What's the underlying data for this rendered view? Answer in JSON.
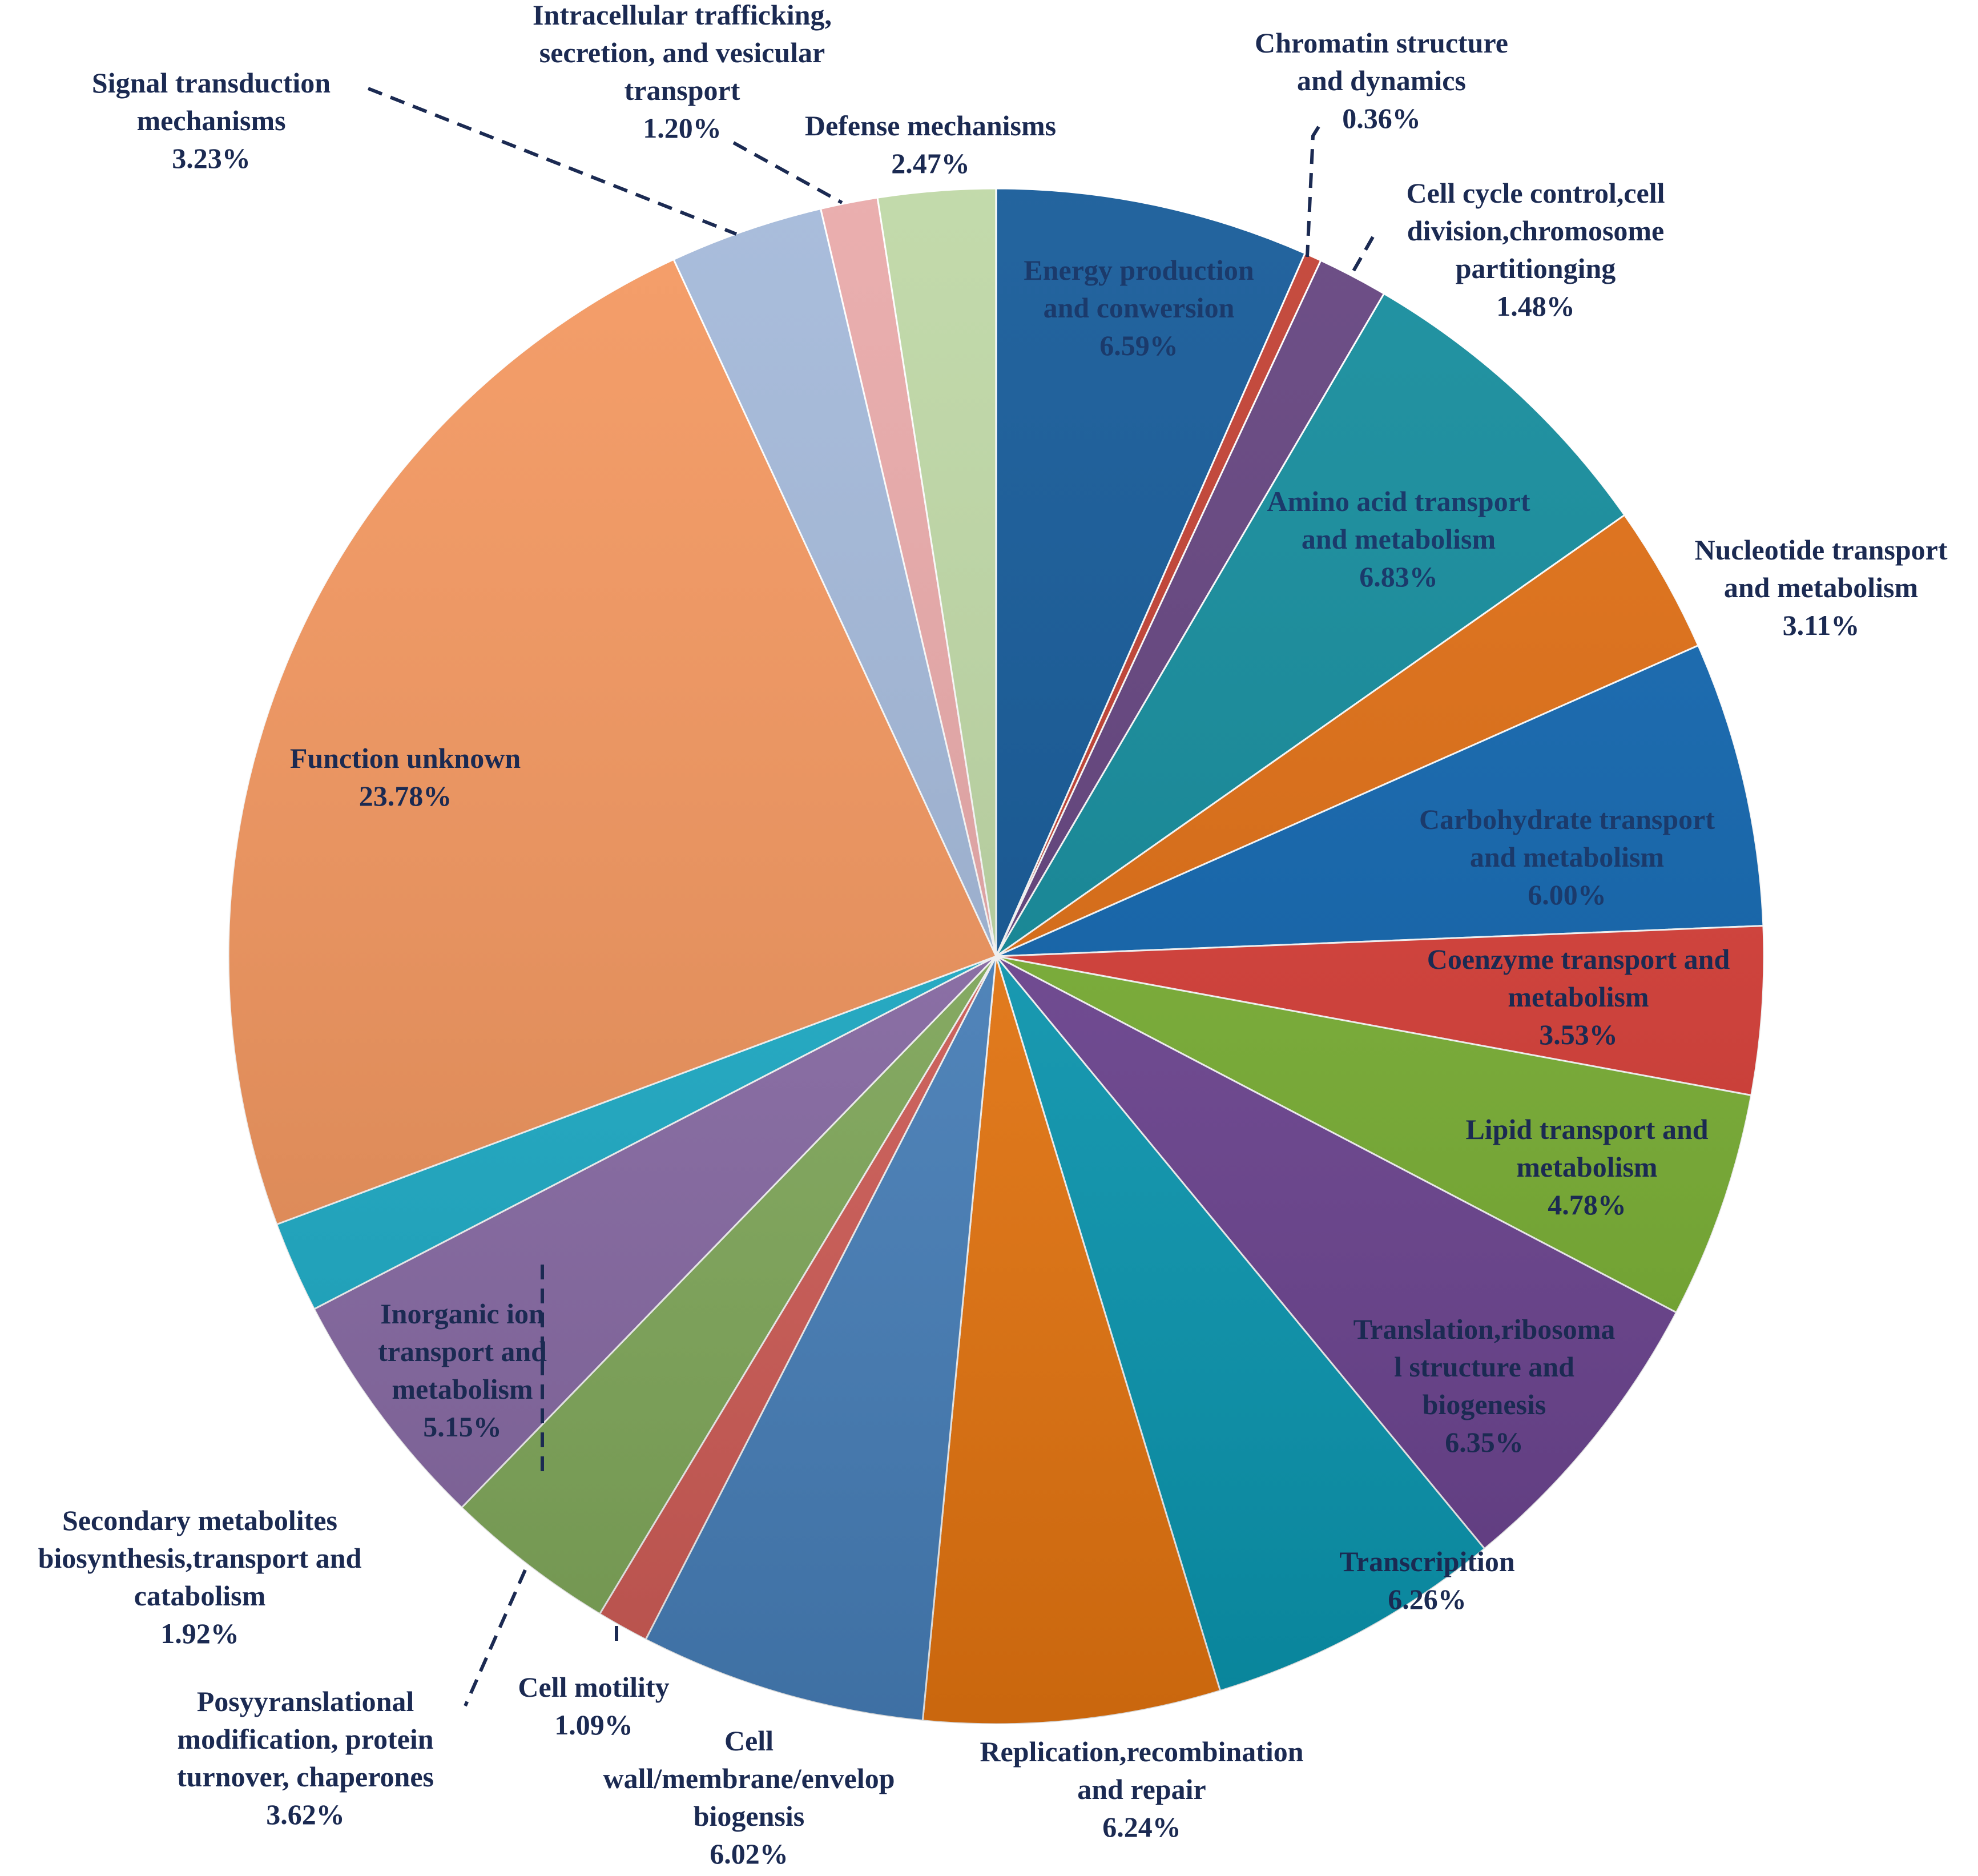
{
  "chart_data": {
    "type": "pie",
    "title": "",
    "slices": [
      {
        "label": "Energy production and conwersion",
        "percent_label": "6.59%",
        "value": 6.59,
        "color": "#0B5394",
        "label_color": "#1B3A6B"
      },
      {
        "label": "Chromatin structure and dynamics",
        "percent_label": "0.36%",
        "value": 0.36,
        "color": "#C0392B",
        "label_color": "#1B2A52"
      },
      {
        "label": "Cell cycle control,cell division,chromosome partitionging",
        "percent_label": "1.48%",
        "value": 1.48,
        "color": "#5E3C7A",
        "label_color": "#1B2A52"
      },
      {
        "label": "Amino acid transport and metabolism",
        "percent_label": "6.83%",
        "value": 6.83,
        "color": "#0B8899",
        "label_color": "#1B3A6B"
      },
      {
        "label": "Nucleotide transport and metabolism",
        "percent_label": "3.11%",
        "value": 3.11,
        "color": "#E06A0C",
        "label_color": "#1B2A52"
      },
      {
        "label": "Carbohydrate transport and metabolism",
        "percent_label": "6.00%",
        "value": 6.0,
        "color": "#0A62AE",
        "label_color": "#1B3A6B"
      },
      {
        "label": "Coenzyme transport and metabolism",
        "percent_label": "3.53%",
        "value": 3.53,
        "color": "#D93A33",
        "label_color": "#1B2A52"
      },
      {
        "label": "Lipid transport and metabolism",
        "percent_label": "4.78%",
        "value": 4.78,
        "color": "#7AB231",
        "label_color": "#1B2A52"
      },
      {
        "label": "Translation,ribosomal structure and biogenesis",
        "percent_label": "6.35%",
        "value": 6.35,
        "color": "#6E4494",
        "label_color": "#1B2A52"
      },
      {
        "label": "Transcripition",
        "percent_label": "6.26%",
        "value": 6.26,
        "color": "#0A9DB8",
        "label_color": "#1B2A52"
      },
      {
        "label": "Replication,recombination and repair",
        "percent_label": "6.24%",
        "value": 6.24,
        "color": "#F07A10",
        "label_color": "#1B2A52"
      },
      {
        "label": "Cell wall/membrane/envelop biogensis",
        "percent_label": "6.02%",
        "value": 6.02,
        "color": "#4A85C2",
        "label_color": "#1B2A52"
      },
      {
        "label": "Cell motility",
        "percent_label": "1.09%",
        "value": 1.09,
        "color": "#D9605A",
        "label_color": "#1B2A52"
      },
      {
        "label": "Posyyranslational modification, protein turnover, chaperones",
        "percent_label": "3.62%",
        "value": 3.62,
        "color": "#86B05E",
        "label_color": "#1B2A52"
      },
      {
        "label": "Inorganic ion transport and metabolism",
        "percent_label": "5.15%",
        "value": 5.15,
        "color": "#8C6DAA",
        "label_color": "#1B2A52"
      },
      {
        "label": "Secondary metabolites biosynthesis,transport and catabolism",
        "percent_label": "1.92%",
        "value": 1.92,
        "color": "#1BB0CC",
        "label_color": "#1B2A52"
      },
      {
        "label": "Function unknown",
        "percent_label": "23.78%",
        "value": 23.78,
        "color": "#F4945A",
        "label_color": "#1B2A52"
      },
      {
        "label": "Signal transduction mechanisms",
        "percent_label": "3.23%",
        "value": 3.23,
        "color": "#A0B6D8",
        "label_color": "#1B2A52"
      },
      {
        "label": "Intracellular trafficking, secretion, and vesicular transport",
        "percent_label": "1.20%",
        "value": 1.2,
        "color": "#E8A6A6",
        "label_color": "#1B2A52"
      },
      {
        "label": "Defense mechanisms",
        "percent_label": "2.47%",
        "value": 2.47,
        "color": "#BCD6A2",
        "label_color": "#1B2A52"
      }
    ],
    "labels": [
      {
        "lines": [
          "Energy production",
          "and conwersion",
          "6.59%"
        ]
      },
      {
        "lines": [
          "Chromatin structure",
          "and dynamics",
          "0.36%"
        ]
      },
      {
        "lines": [
          "Cell cycle control,cell",
          "division,chromosome",
          "partitionging",
          "1.48%"
        ]
      },
      {
        "lines": [
          "Amino acid transport",
          "and metabolism",
          "6.83%"
        ]
      },
      {
        "lines": [
          "Nucleotide transport",
          "and metabolism",
          "3.11%"
        ]
      },
      {
        "lines": [
          "Carbohydrate transport",
          "and metabolism",
          "6.00%"
        ]
      },
      {
        "lines": [
          "Coenzyme transport and",
          "metabolism",
          "3.53%"
        ]
      },
      {
        "lines": [
          "Lipid transport and",
          "metabolism",
          "4.78%"
        ]
      },
      {
        "lines": [
          "Translation,ribosoma",
          "l structure and",
          "biogenesis",
          "6.35%"
        ]
      },
      {
        "lines": [
          "Transcripition",
          "6.26%"
        ]
      },
      {
        "lines": [
          "Replication,recombination",
          "and repair",
          "6.24%"
        ]
      },
      {
        "lines": [
          "Cell",
          "wall/membrane/envelop",
          "biogensis",
          "6.02%"
        ]
      },
      {
        "lines": [
          "Cell motility",
          "1.09%"
        ]
      },
      {
        "lines": [
          "Posyyranslational",
          "modification, protein",
          "turnover, chaperones",
          "3.62%"
        ]
      },
      {
        "lines": [
          "Inorganic ion",
          "transport and",
          "metabolism",
          "5.15%"
        ]
      },
      {
        "lines": [
          "Secondary metabolites",
          "biosynthesis,transport and",
          "catabolism",
          "1.92%"
        ]
      },
      {
        "lines": [
          "Function unknown",
          "23.78%"
        ]
      },
      {
        "lines": [
          "Signal transduction",
          "mechanisms",
          "3.23%"
        ]
      },
      {
        "lines": [
          "Intracellular trafficking,",
          "secretion, and vesicular",
          "transport",
          "1.20%"
        ]
      },
      {
        "lines": [
          "Defense mechanisms",
          "2.47%"
        ]
      }
    ],
    "legend": "none"
  }
}
